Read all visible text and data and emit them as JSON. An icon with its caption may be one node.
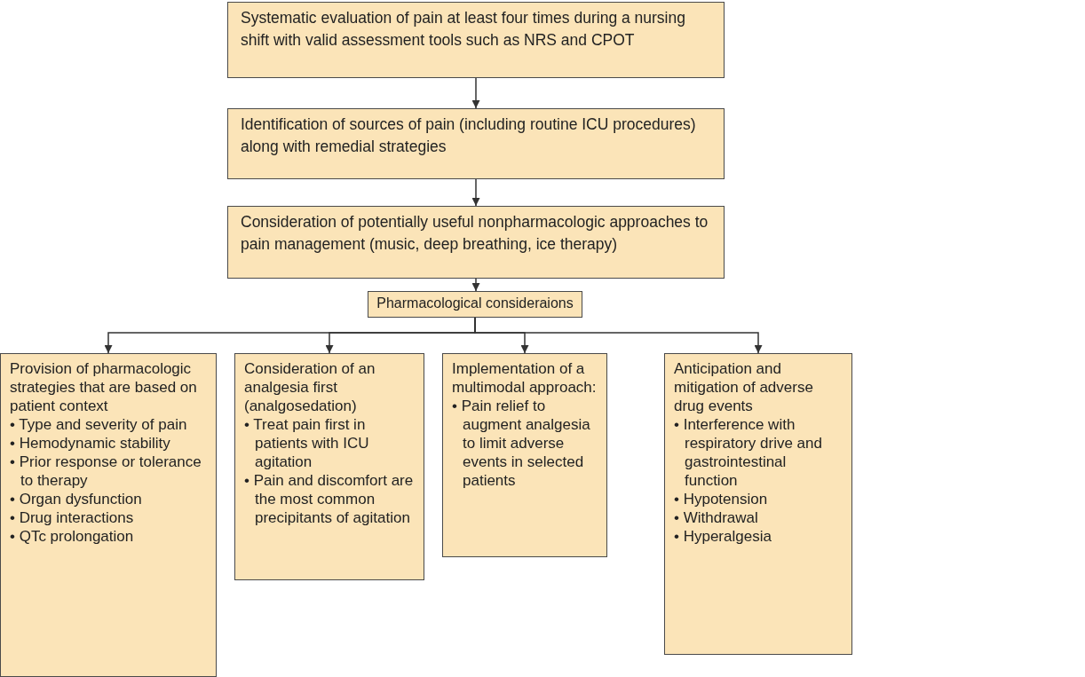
{
  "diagram": {
    "nodes": [
      {
        "text": [
          "Systematic evaluation of pain at least four times during a nursing shift with valid assessment tools such as NRS and CPOT"
        ]
      },
      {
        "text": [
          "Identification of sources of pain (including routine ICU procedures) along with remedial strategies"
        ]
      },
      {
        "text": [
          "Consideration of potentially useful nonpharmacologic approaches to pain management (music, deep breathing, ice therapy)"
        ]
      },
      {
        "text": [
          "Pharmacological consideraions"
        ]
      },
      {
        "text": [
          "Provision of pharmacologic strategies that are based on patient context",
          "• Type and severity of pain",
          "• Hemodynamic stability",
          "• Prior response or tolerance to therapy",
          "• Organ dysfunction",
          "• Drug interactions",
          "• QTc prolongation"
        ]
      },
      {
        "text": [
          "Consideration of an analgesia first (analgosedation)",
          "• Treat pain first in patients with ICU agitation",
          "• Pain and discomfort are the most common precipitants of agitation"
        ]
      },
      {
        "text": [
          "Implementation of a multimodal approach:",
          "• Pain relief to augment analgesia to limit adverse events in selected patients"
        ]
      },
      {
        "text": [
          "Anticipation and mitigation of adverse drug events",
          "• Interference with respiratory drive and gastrointestinal function",
          "• Hypotension",
          "• Withdrawal",
          "• Hyperalgesia"
        ]
      }
    ],
    "edges": [
      {
        "from": 0,
        "to": 1,
        "arrow": "to"
      },
      {
        "from": 1,
        "to": 2,
        "arrow": "to"
      },
      {
        "from": 2,
        "to": 3,
        "arrow": "to"
      },
      {
        "from": 3,
        "to": 4,
        "arrow": "to"
      },
      {
        "from": 3,
        "to": 5,
        "arrow": "to"
      },
      {
        "from": 3,
        "to": 6,
        "arrow": "to"
      },
      {
        "from": 3,
        "to": 7,
        "arrow": "to"
      }
    ]
  }
}
